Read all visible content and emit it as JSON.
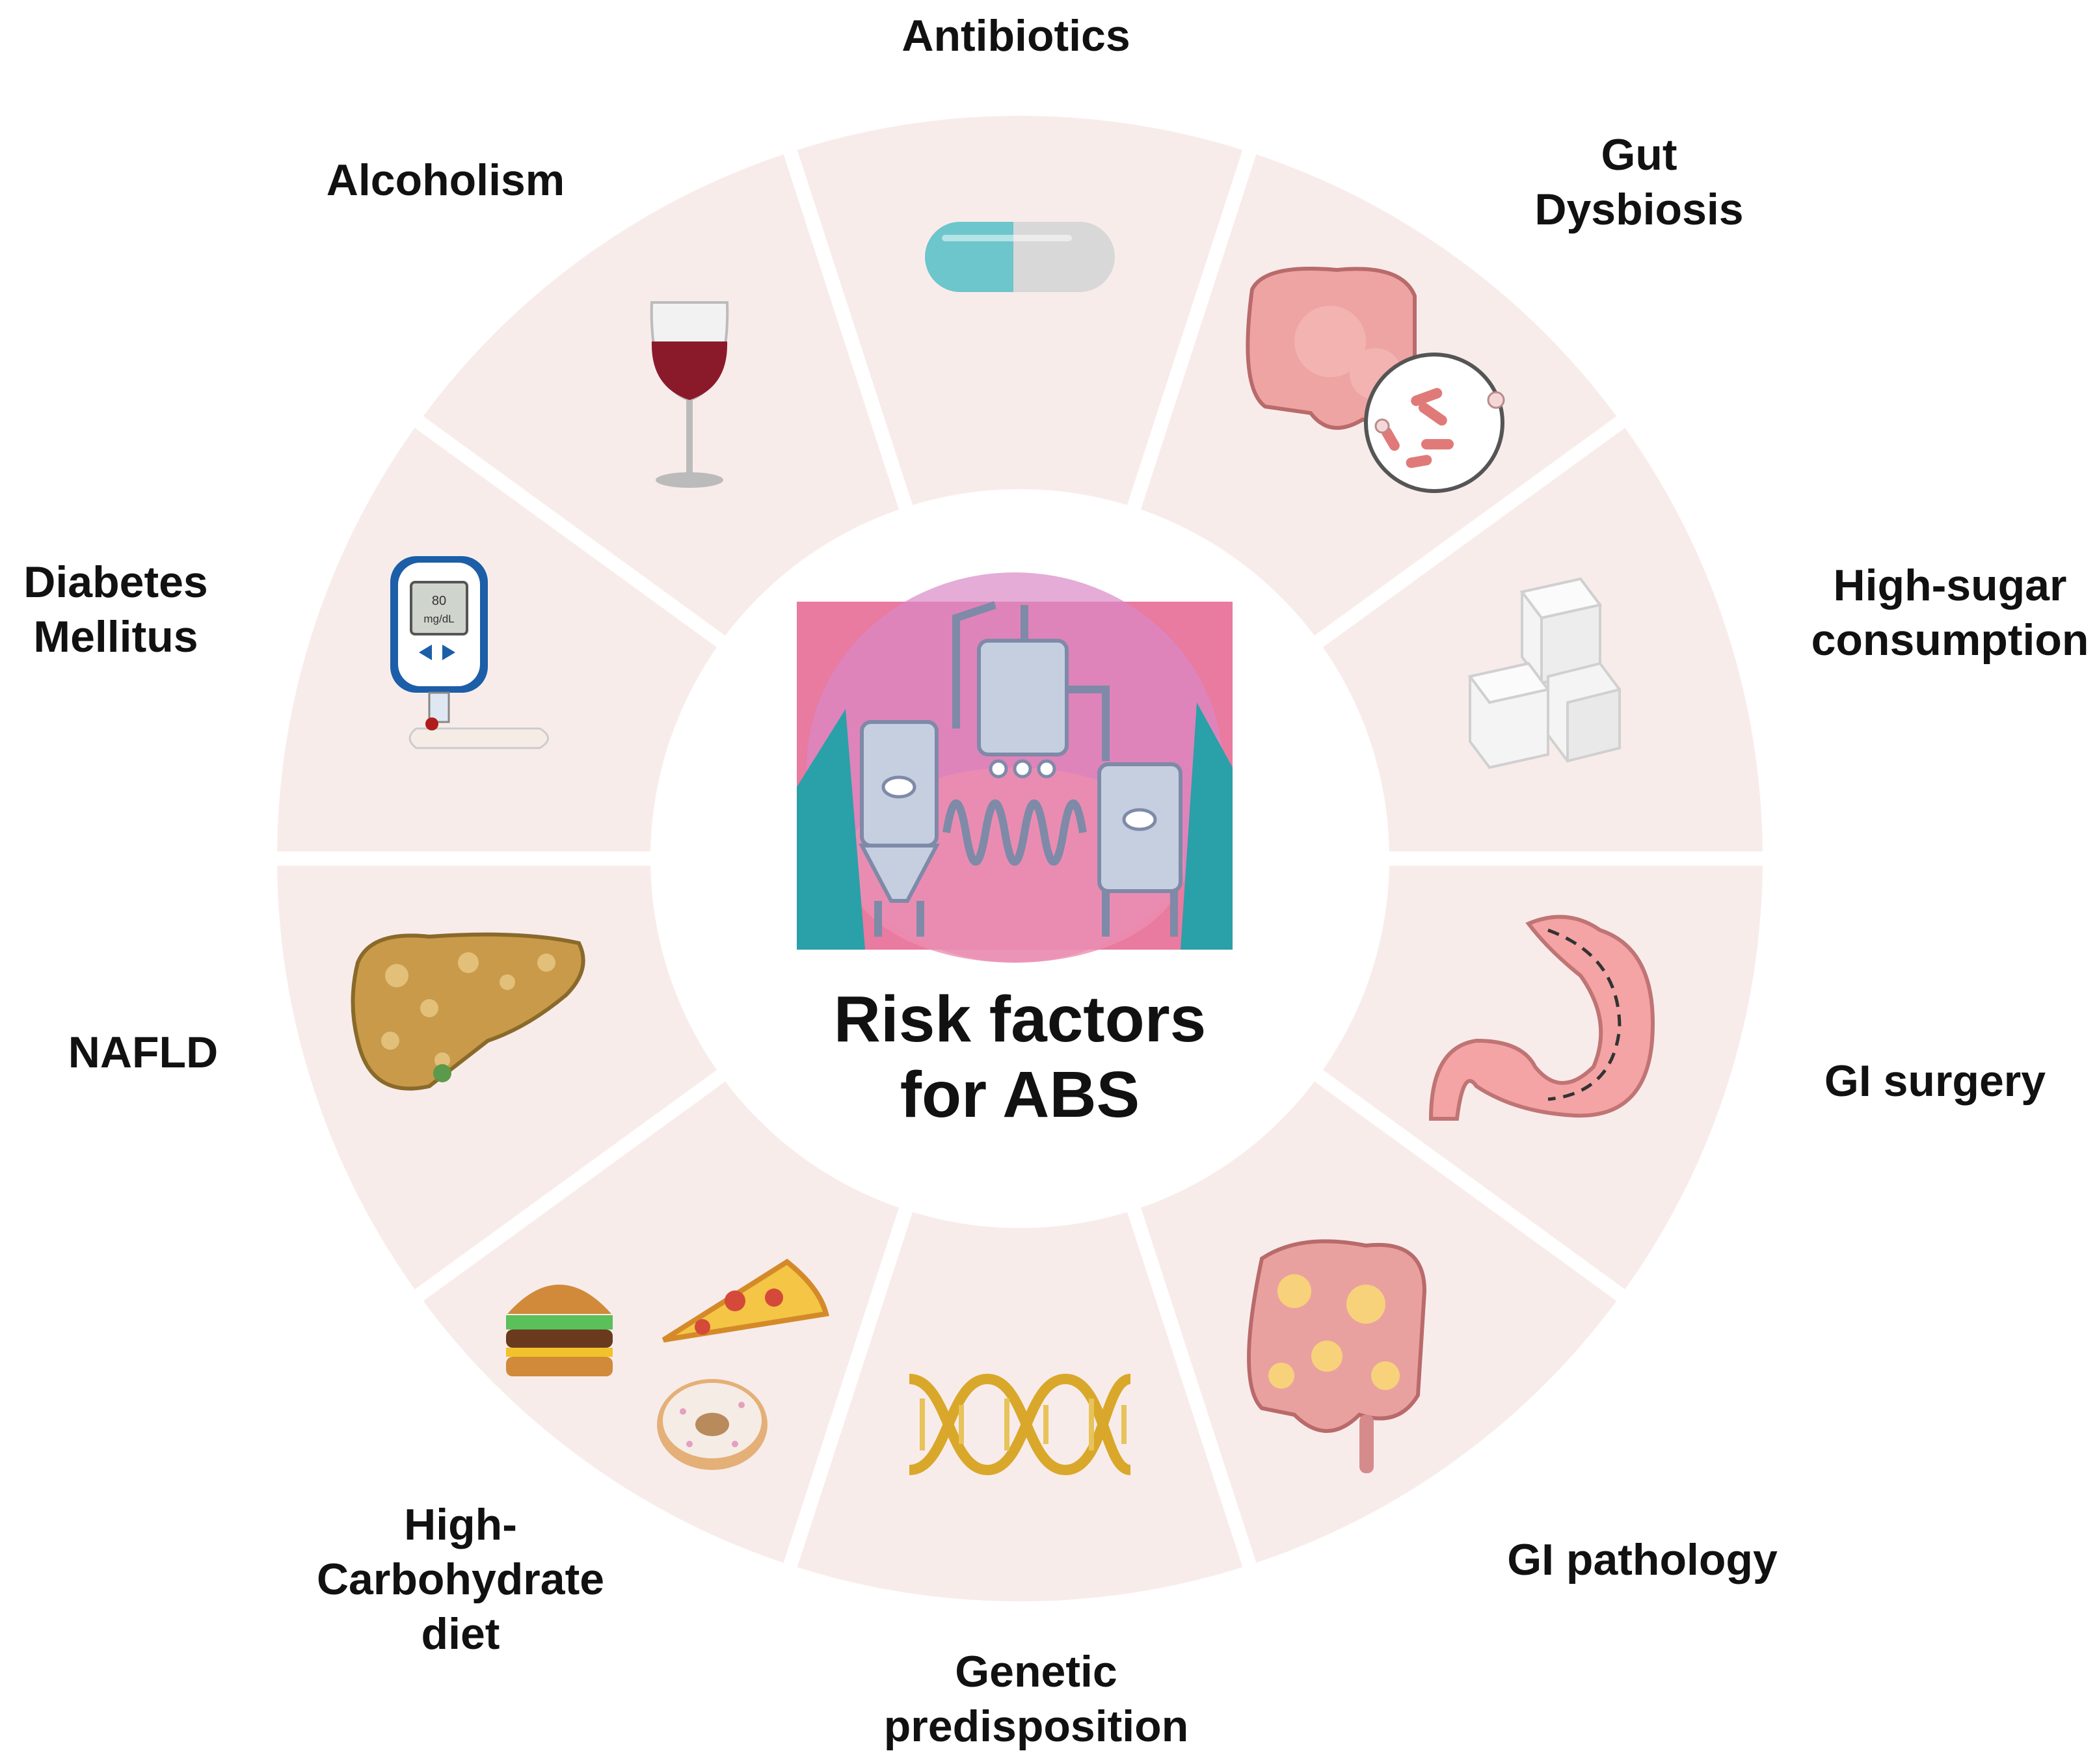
{
  "center": {
    "title_line1": "Risk factors",
    "title_line2": "for ABS"
  },
  "factors": [
    {
      "id": "antibiotics",
      "lines": [
        "Antibiotics"
      ],
      "icon": "pill-capsule-icon"
    },
    {
      "id": "gut-dysbiosis",
      "lines": [
        "Gut",
        "Dysbiosis"
      ],
      "icon": "intestine-bacteria-icon"
    },
    {
      "id": "high-sugar",
      "lines": [
        "High-sugar",
        "consumption"
      ],
      "icon": "sugar-cubes-icon"
    },
    {
      "id": "gi-surgery",
      "lines": [
        "GI surgery"
      ],
      "icon": "stomach-icon"
    },
    {
      "id": "gi-pathology",
      "lines": [
        "GI pathology"
      ],
      "icon": "diseased-intestine-icon"
    },
    {
      "id": "genetic",
      "lines": [
        "Genetic",
        "predisposition"
      ],
      "icon": "dna-helix-icon"
    },
    {
      "id": "high-carb",
      "lines": [
        "High-",
        "Carbohydrate",
        "diet"
      ],
      "icon": "junk-food-icon"
    },
    {
      "id": "nafld",
      "lines": [
        "NAFLD"
      ],
      "icon": "fatty-liver-icon"
    },
    {
      "id": "diabetes",
      "lines": [
        "Diabetes",
        "Mellitus"
      ],
      "icon": "glucose-meter-icon"
    },
    {
      "id": "alcoholism",
      "lines": [
        "Alcoholism"
      ],
      "icon": "wine-glass-icon"
    }
  ],
  "meter": {
    "reading_value": "80",
    "reading_unit": "mg/dL"
  },
  "colors": {
    "segment_fill": "#f8eceb",
    "gap": "#ffffff",
    "text": "#111111",
    "center_art_bg": "#e97aa0",
    "center_art_teal": "#2aa0a8"
  }
}
